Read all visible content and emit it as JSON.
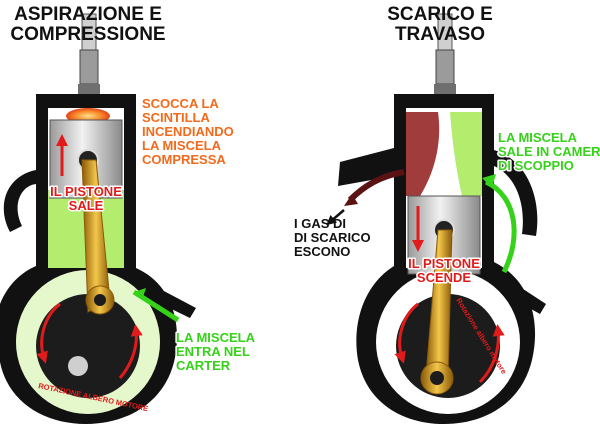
{
  "left": {
    "title": [
      "ASPIRAZIONE E",
      "COMPRESSIONE"
    ],
    "spark_note": [
      "SCOCCA LA",
      "SCINTILLA",
      "INCENDIANDO",
      "LA MISCELA",
      "COMPRESSA"
    ],
    "piston_label": [
      "IL PISTONE",
      "SALE"
    ],
    "intake_note": [
      "LA MISCELA",
      "ENTRA NEL",
      "CARTER"
    ],
    "rotation_label": "ROTAZIONE ALBERO MOTORE"
  },
  "right": {
    "title": [
      "SCARICO E",
      "TRAVASO"
    ],
    "transfer_note": [
      "LA MISCELA",
      "SALE IN CAMERA",
      "DI SCOPPIO"
    ],
    "exhaust_note": [
      "I GAS DI",
      "DI SCARICO",
      "ESCONO"
    ],
    "piston_label": [
      "IL PISTONE",
      "SCENDE"
    ],
    "rotation_label": "Rotazione albero motore"
  },
  "colors": {
    "engine_black": "#111111",
    "mixture_green": "#b4ec6e",
    "label_red": "#e11b1b",
    "flame_orange": "#f26a1b",
    "arrow_green": "#36d21a",
    "exhaust_dark_red": "#6b1515",
    "connecting_rod_gold": "#d9a11c",
    "piston_silver": "#cfcfcf"
  }
}
